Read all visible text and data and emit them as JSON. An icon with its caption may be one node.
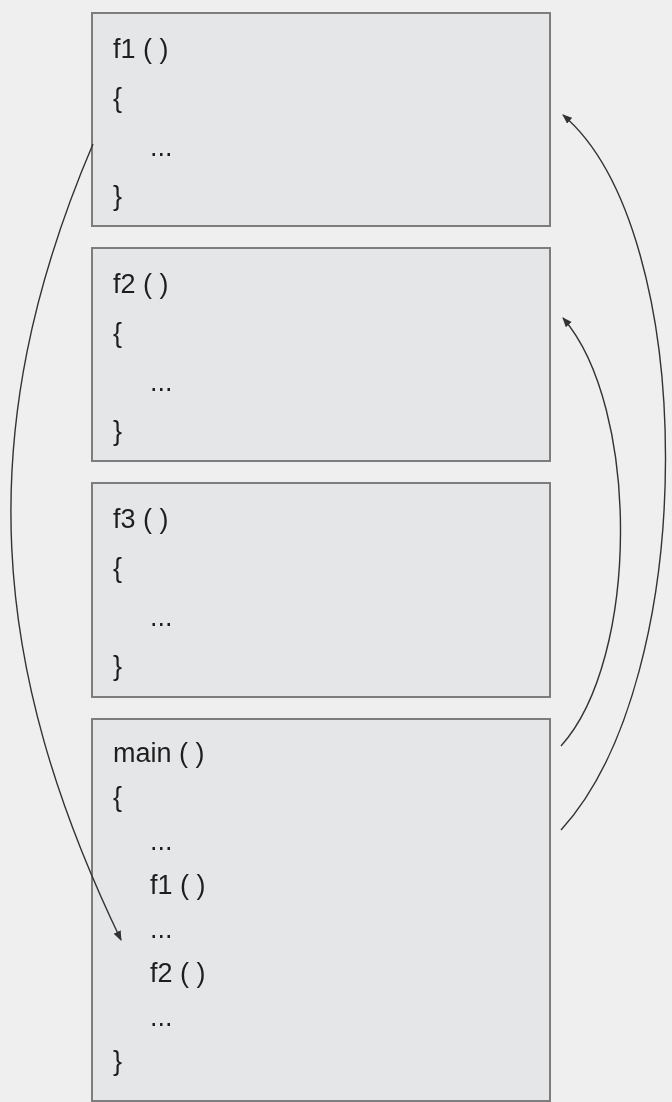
{
  "diagram": {
    "nodes": [
      {
        "text": [
          "f1 ( )",
          "{",
          "...",
          "}"
        ]
      },
      {
        "text": [
          "f2 ( )",
          "{",
          "...",
          "}"
        ]
      },
      {
        "text": [
          "f3 ( )",
          "{",
          "...",
          "}"
        ]
      },
      {
        "text": [
          "main ( )",
          "{",
          "...",
          "f1 ( )",
          "...",
          "f2 ( )",
          "...",
          "}"
        ]
      }
    ],
    "edges": [
      {
        "from": 3,
        "to": 0,
        "arrow": "to"
      },
      {
        "from": 3,
        "to": 1,
        "arrow": "to"
      },
      {
        "from": 0,
        "to": 3,
        "arrow": "to"
      }
    ]
  }
}
